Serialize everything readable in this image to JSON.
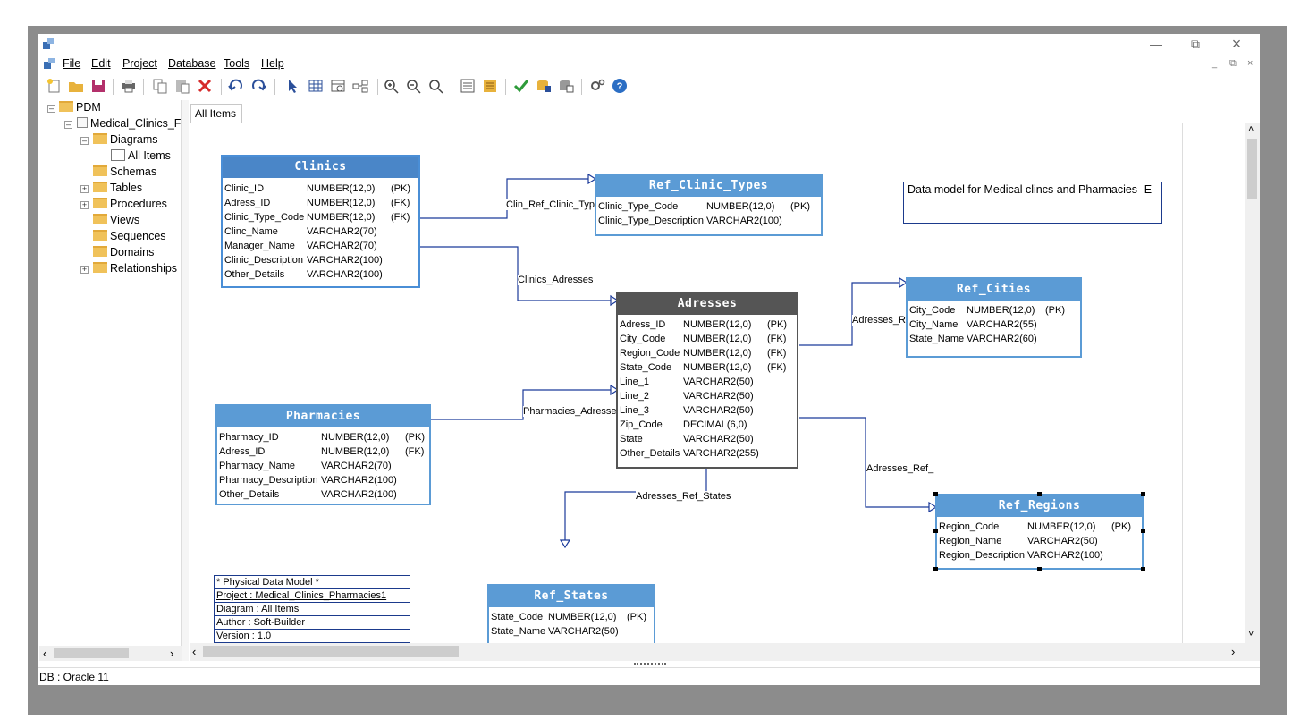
{
  "menu": {
    "items": [
      "File",
      "Edit",
      "Project",
      "Database",
      "Tools",
      "Help"
    ]
  },
  "tree": {
    "root": "PDM",
    "project": "Medical_Clinics_F",
    "nodes": [
      "Diagrams",
      "All Items",
      "Schemas",
      "Tables",
      "Procedures",
      "Views",
      "Sequences",
      "Domains",
      "Relationships"
    ]
  },
  "tab": {
    "label": "All Items"
  },
  "status": {
    "text": "DB : Oracle 11"
  },
  "note": {
    "text": "Data model for Medical clincs and Pharmacies -E"
  },
  "info_box": {
    "lines": [
      "* Physical Data Model *",
      "Project : Medical_Clinics_Pharmacies1",
      "Diagram : All Items",
      "Author : Soft-Builder",
      "Version : 1.0"
    ]
  },
  "entities": {
    "clinics": {
      "title": "Clinics",
      "rows": [
        [
          "Clinic_ID",
          "NUMBER(12,0)",
          "(PK)"
        ],
        [
          "Adress_ID",
          "NUMBER(12,0)",
          "(FK)"
        ],
        [
          "Clinic_Type_Code",
          "NUMBER(12,0)",
          "(FK)"
        ],
        [
          "Clinc_Name",
          "VARCHAR2(70)",
          ""
        ],
        [
          "Manager_Name",
          "VARCHAR2(70)",
          ""
        ],
        [
          "Clinic_Description",
          "VARCHAR2(100)",
          ""
        ],
        [
          "Other_Details",
          "VARCHAR2(100)",
          ""
        ]
      ]
    },
    "ref_clinic_types": {
      "title": "Ref_Clinic_Types",
      "rows": [
        [
          "Clinic_Type_Code",
          "NUMBER(12,0)",
          "(PK)"
        ],
        [
          "Clinic_Type_Description",
          "VARCHAR2(100)",
          ""
        ]
      ]
    },
    "adresses": {
      "title": "Adresses",
      "rows": [
        [
          "Adress_ID",
          "NUMBER(12,0)",
          "(PK)"
        ],
        [
          "City_Code",
          "NUMBER(12,0)",
          "(FK)"
        ],
        [
          "Region_Code",
          "NUMBER(12,0)",
          "(FK)"
        ],
        [
          "State_Code",
          "NUMBER(12,0)",
          "(FK)"
        ],
        [
          "Line_1",
          "VARCHAR2(50)",
          ""
        ],
        [
          "Line_2",
          "VARCHAR2(50)",
          ""
        ],
        [
          "Line_3",
          "VARCHAR2(50)",
          ""
        ],
        [
          "Zip_Code",
          "DECIMAL(6,0)",
          ""
        ],
        [
          "State",
          "VARCHAR2(50)",
          ""
        ],
        [
          "Other_Details",
          "VARCHAR2(255)",
          ""
        ]
      ]
    },
    "ref_cities": {
      "title": "Ref_Cities",
      "rows": [
        [
          "City_Code",
          "NUMBER(12,0)",
          "(PK)"
        ],
        [
          "City_Name",
          "VARCHAR2(55)",
          ""
        ],
        [
          "State_Name",
          "VARCHAR2(60)",
          ""
        ]
      ]
    },
    "pharmacies": {
      "title": "Pharmacies",
      "rows": [
        [
          "Pharmacy_ID",
          "NUMBER(12,0)",
          "(PK)"
        ],
        [
          "Adress_ID",
          "NUMBER(12,0)",
          "(FK)"
        ],
        [
          "Pharmacy_Name",
          "VARCHAR2(70)",
          ""
        ],
        [
          "Pharmacy_Description",
          "VARCHAR2(100)",
          ""
        ],
        [
          "Other_Details",
          "VARCHAR2(100)",
          ""
        ]
      ]
    },
    "ref_regions": {
      "title": "Ref_Regions",
      "rows": [
        [
          "Region_Code",
          "NUMBER(12,0)",
          "(PK)"
        ],
        [
          "Region_Name",
          "VARCHAR2(50)",
          ""
        ],
        [
          "Region_Description",
          "VARCHAR2(100)",
          ""
        ]
      ]
    },
    "ref_states": {
      "title": "Ref_States",
      "rows": [
        [
          "State_Code",
          "NUMBER(12,0)",
          "(PK)"
        ],
        [
          "State_Name",
          "VARCHAR2(50)",
          ""
        ]
      ]
    }
  },
  "relationships": {
    "clin_ref_clinic_types": "Clin_Ref_Clinic_Types",
    "clinics_adresses": "Clinics_Adresses",
    "pharmacies_adresses": "Pharmacies_Adresse",
    "adresses_ref_cities": "Adresses_R",
    "adresses_ref_regions": "Adresses_Ref_",
    "adresses_ref_states": "Adresses_Ref_States"
  }
}
